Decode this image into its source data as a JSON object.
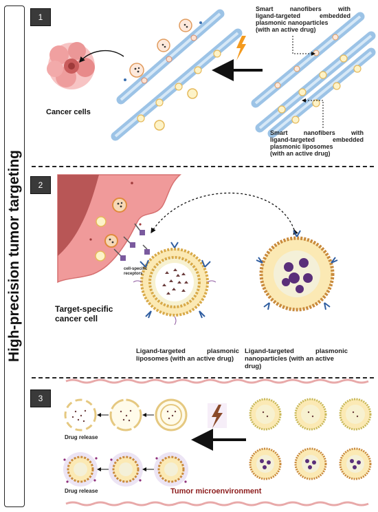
{
  "side_title": "High-precision tumor targeting",
  "panels": [
    {
      "number": "1"
    },
    {
      "number": "2"
    },
    {
      "number": "3"
    }
  ],
  "panel1": {
    "cancer_cells": "Cancer cells",
    "nanofibers_np_line1": "Smart nanofibers with",
    "nanofibers_np_line2": "ligand-targeted embedded",
    "nanofibers_np_line3": "plasmonic nanoparticles",
    "nanofibers_np_line4": "(with an active drug)",
    "nanofibers_lip_line1": "Smart nanofibers with",
    "nanofibers_lip_line2": "ligand-targeted embedded",
    "nanofibers_lip_line3": "plasmonic liposomes",
    "nanofibers_lip_line4": "(with an active drug)"
  },
  "panel2": {
    "receptors_line1": "cell-specific",
    "receptors_line2": "receptors",
    "target_line1": "Target-specific",
    "target_line2": "cancer cell",
    "liposomes_line1": "Ligand-targeted plasmonic",
    "liposomes_line2": "liposomes (with an active drug)",
    "nanoparticles_line1": "Ligand-targeted plasmonic",
    "nanoparticles_line2": "nanoparticles (with an active drug)"
  },
  "panel3": {
    "drug_release_top": "Drug release",
    "drug_release_bottom": "Drug release",
    "tumor_microenvironment": "Tumor microenvironment"
  },
  "colors": {
    "fiber": "#9cc3e6",
    "cancer": "#e98a8a",
    "lipid_head": "#d8a948",
    "arrow": "#111111",
    "lightning": "#f39a1f",
    "tme_text": "#8b1a1a"
  }
}
